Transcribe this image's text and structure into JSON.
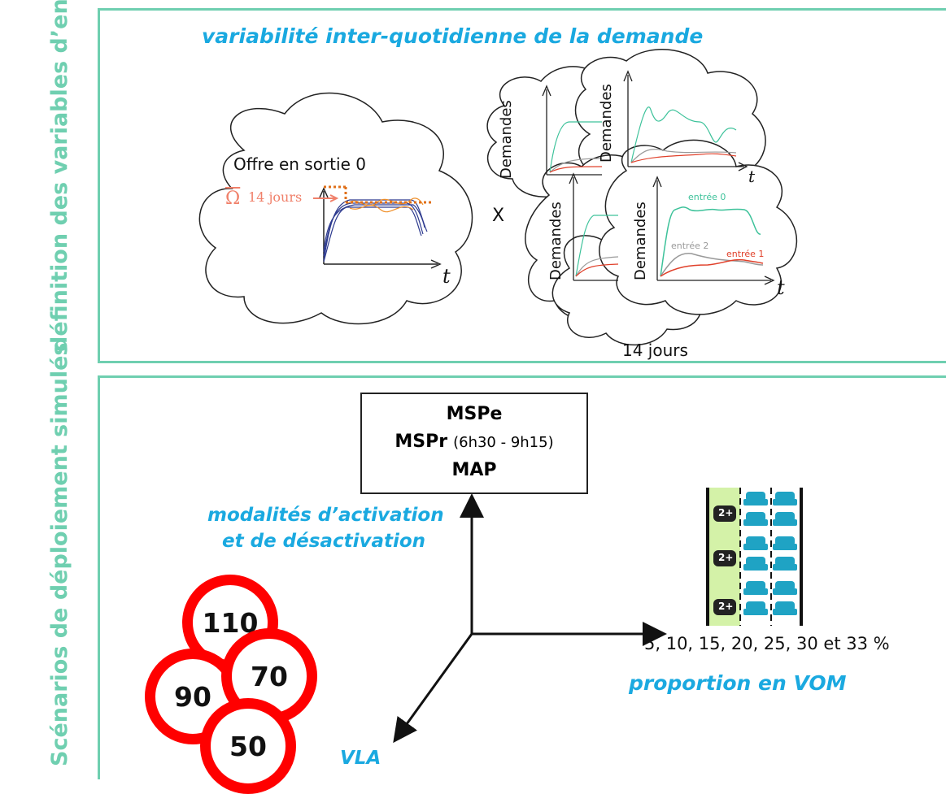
{
  "side_labels": {
    "top": "définition des variables d’entrée",
    "bottom": "Scénarios de déploiement simulés"
  },
  "top_panel": {
    "title": "variabilité inter-quotidienne de la demande",
    "supply": {
      "label": "Offre en sortie 0",
      "omega_label": "Ω",
      "omega_sup": "14 jours",
      "axis_t": "t"
    },
    "times_sign": "X",
    "demand": {
      "axis_label": "Demandes",
      "axis_t": "t",
      "series": [
        "entrée 0",
        "entrée 2",
        "entrée 1"
      ],
      "footer": "14 jours"
    }
  },
  "bottom_panel": {
    "modes": {
      "line1": "MSPe",
      "line2_bold": "MSPr",
      "line2_rest": "(6h30 - 9h15)",
      "line3": "MAP"
    },
    "activation_label_1": "modalités d’activation",
    "activation_label_2": "et de désactivation",
    "speed_signs": [
      "110",
      "90",
      "70",
      "50"
    ],
    "vla_label": "VLA",
    "proportions": "5, 10, 15, 20, 25, 30 et 33 %",
    "vom_label": "proportion en VOM",
    "hov_badge": "2+"
  },
  "colors": {
    "accent_green": "#6fcfb0",
    "accent_cyan": "#1aa9e0",
    "sign_red": "#ff0000",
    "car_teal": "#1fa3c4",
    "lane_green": "#d4f2a8"
  }
}
